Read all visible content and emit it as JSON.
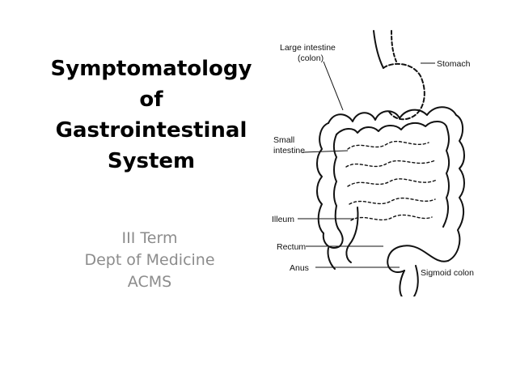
{
  "slide": {
    "title_lines": [
      "Symptomatology",
      "of",
      "Gastrointestinal",
      "System"
    ],
    "subtitle_lines": [
      "III Term",
      "Dept of Medicine",
      "ACMS"
    ]
  },
  "diagram": {
    "labels": {
      "large_intestine_line1": "Large intestine",
      "large_intestine_line2": "(colon)",
      "stomach": "Stomach",
      "small_intestine_line1": "Small",
      "small_intestine_line2": "intestine",
      "ileum": "Illeum",
      "rectum": "Rectum",
      "anus": "Anus",
      "sigmoid_colon": "Sigmoid colon"
    }
  }
}
